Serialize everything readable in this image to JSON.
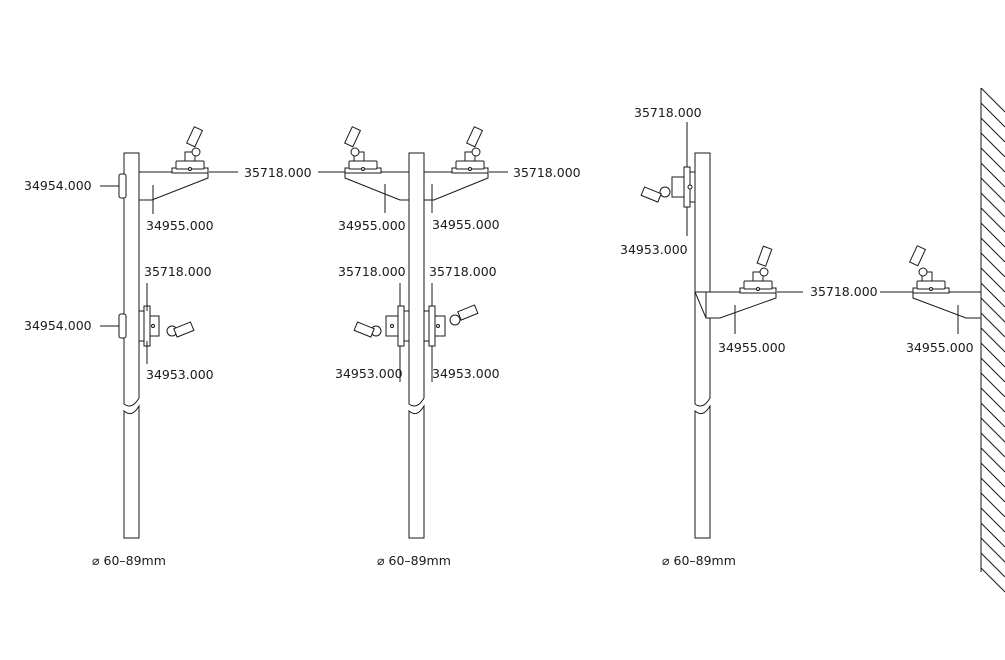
{
  "labels": {
    "d1_clamp_top": "34954.000",
    "d1_clamp_mid": "34954.000",
    "d1_top_spot": "35718.000",
    "d1_top_bracket": "34955.000",
    "d1_mid_spot": "35718.000",
    "d1_mid_adapter": "34953.000",
    "d1_diameter": "⌀ 60–89mm",
    "d2_top_spot": "35718.000",
    "d2_top_bracket_left": "34955.000",
    "d2_top_bracket_right": "34955.000",
    "d2_mid_spot_left": "35718.000",
    "d2_mid_spot_right": "35718.000",
    "d2_mid_adapter_left": "34953.000",
    "d2_mid_adapter_right": "34953.000",
    "d2_diameter": "⌀ 60–89mm",
    "d3_top_spot": "35718.000",
    "d3_top_adapter": "34953.000",
    "d3_bracket": "34955.000",
    "d3_diameter": "⌀ 60–89mm",
    "d3_mid_spot": "35718.000",
    "d4_bracket": "34955.000"
  },
  "colors": {
    "line": "#1a1a1a",
    "background": "#ffffff"
  }
}
